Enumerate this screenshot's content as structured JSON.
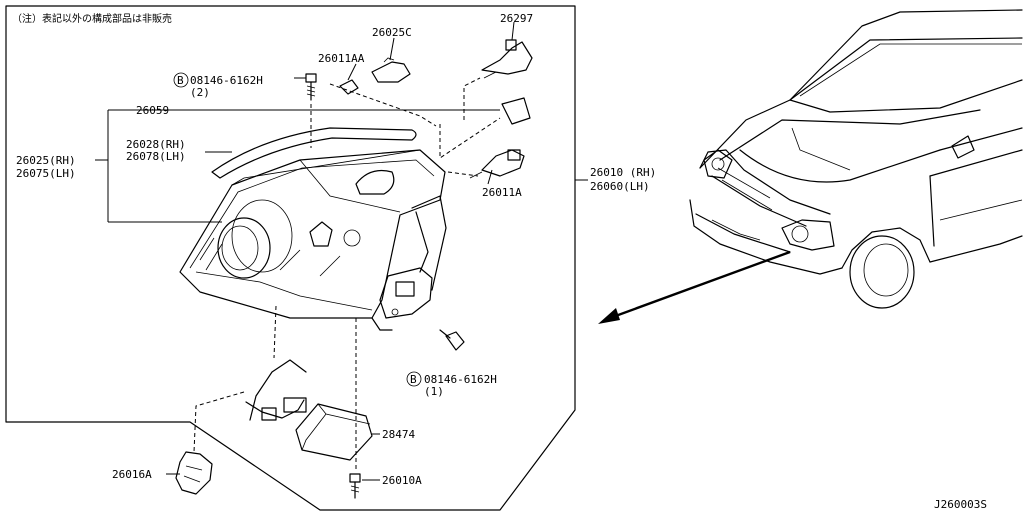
{
  "note": "（注）表記以外の構成部品は非販売",
  "diagram_id": "J260003S",
  "parts": {
    "p26297": "26297",
    "p26025C": "26025C",
    "p26011AA": "26011AA",
    "bolt_top_num": "08146-6162H",
    "bolt_top_qty": "(2)",
    "p26059": "26059",
    "p26028_rh": "26028(RH)",
    "p26078_lh": "26078(LH)",
    "p26025_rh": "26025(RH)",
    "p26075_lh": "26075(LH)",
    "p26011A": "26011A",
    "p26010_rh": "26010 (RH)",
    "p26060_lh": "26060(LH)",
    "bolt_bottom_num": "08146-6162H",
    "bolt_bottom_qty": "(1)",
    "p28474": "28474",
    "p26016A": "26016A",
    "p26010A": "26010A"
  },
  "symbols": {
    "bolt_marker": "B"
  }
}
